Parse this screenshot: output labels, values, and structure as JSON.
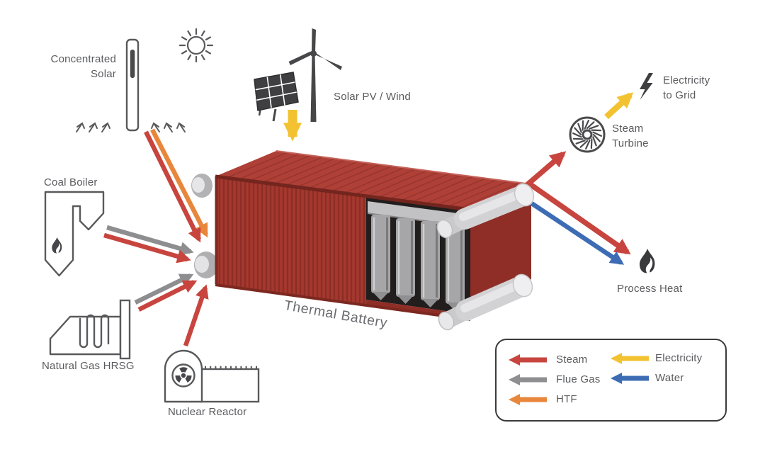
{
  "title": "Thermal Battery",
  "colors": {
    "steam": "#C7453E",
    "flue_gas": "#8E8E90",
    "htf": "#E8873B",
    "electricity": "#F2C230",
    "water": "#3D6CB4",
    "container": "#A5382F",
    "icon_outline": "#58595B",
    "icon_fill": "#45454A",
    "text": "#5A5B5E"
  },
  "nodes": {
    "concentrated_solar": {
      "line1": "Concentrated",
      "line2": "Solar"
    },
    "coal_boiler": {
      "label": "Coal Boiler"
    },
    "natural_gas_hrsg": {
      "label": "Natural Gas HRSG"
    },
    "nuclear_reactor": {
      "label": "Nuclear Reactor"
    },
    "solar_pv_wind": {
      "label": "Solar PV / Wind"
    },
    "thermal_battery": {
      "label": "Thermal Battery"
    },
    "steam_turbine": {
      "line1": "Steam",
      "line2": "Turbine"
    },
    "electricity_to_grid": {
      "line1": "Electricity",
      "line2": "to Grid"
    },
    "process_heat": {
      "label": "Process Heat"
    }
  },
  "flows": [
    {
      "from": "Concentrated Solar",
      "to": "Thermal Battery",
      "carriers": [
        "Steam",
        "HTF"
      ]
    },
    {
      "from": "Coal Boiler",
      "to": "Thermal Battery",
      "carriers": [
        "Flue Gas",
        "Steam"
      ]
    },
    {
      "from": "Natural Gas HRSG",
      "to": "Thermal Battery",
      "carriers": [
        "Flue Gas",
        "Steam"
      ]
    },
    {
      "from": "Nuclear Reactor",
      "to": "Thermal Battery",
      "carriers": [
        "Steam"
      ]
    },
    {
      "from": "Solar PV / Wind",
      "to": "Thermal Battery",
      "carriers": [
        "Electricity"
      ]
    },
    {
      "from": "Thermal Battery",
      "to": "Steam Turbine",
      "carriers": [
        "Steam"
      ]
    },
    {
      "from": "Steam Turbine",
      "to": "Electricity to Grid",
      "carriers": [
        "Electricity"
      ]
    },
    {
      "from": "Thermal Battery",
      "to": "Process Heat",
      "carriers": [
        "Steam",
        "Water"
      ]
    }
  ],
  "legend": {
    "items": [
      {
        "label": "Steam",
        "color": "#C7453E"
      },
      {
        "label": "Flue Gas",
        "color": "#8E8E90"
      },
      {
        "label": "HTF",
        "color": "#E8873B"
      },
      {
        "label": "Electricity",
        "color": "#F2C230"
      },
      {
        "label": "Water",
        "color": "#3D6CB4"
      }
    ]
  }
}
